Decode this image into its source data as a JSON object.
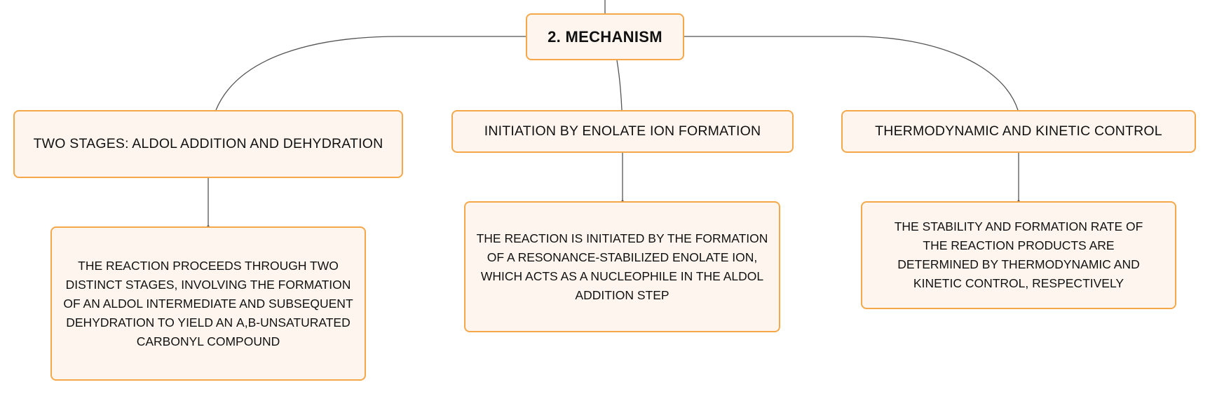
{
  "root": {
    "label": "2. MECHANISM"
  },
  "branches": [
    {
      "label": "TWO STAGES: ALDOL ADDITION AND DEHYDRATION",
      "detail": "THE REACTION PROCEEDS THROUGH TWO DISTINCT STAGES, INVOLVING THE FORMATION OF AN ALDOL INTERMEDIATE AND SUBSEQUENT DEHYDRATION TO YIELD AN α,β-UNSATURATED CARBONYL COMPOUND"
    },
    {
      "label": "INITIATION BY ENOLATE ION FORMATION",
      "detail": "THE REACTION IS INITIATED BY THE FORMATION OF A RESONANCE-STABILIZED ENOLATE ION, WHICH ACTS AS A NUCLEOPHILE IN THE ALDOL ADDITION STEP"
    },
    {
      "label": "THERMODYNAMIC AND KINETIC CONTROL",
      "detail": "THE STABILITY AND FORMATION RATE OF THE REACTION PRODUCTS ARE DETERMINED BY THERMODYNAMIC AND KINETIC CONTROL, RESPECTIVELY"
    }
  ],
  "colors": {
    "node_border": "#f4a84a",
    "node_fill": "#fef6ee",
    "connector": "#555555",
    "text": "#111111"
  }
}
